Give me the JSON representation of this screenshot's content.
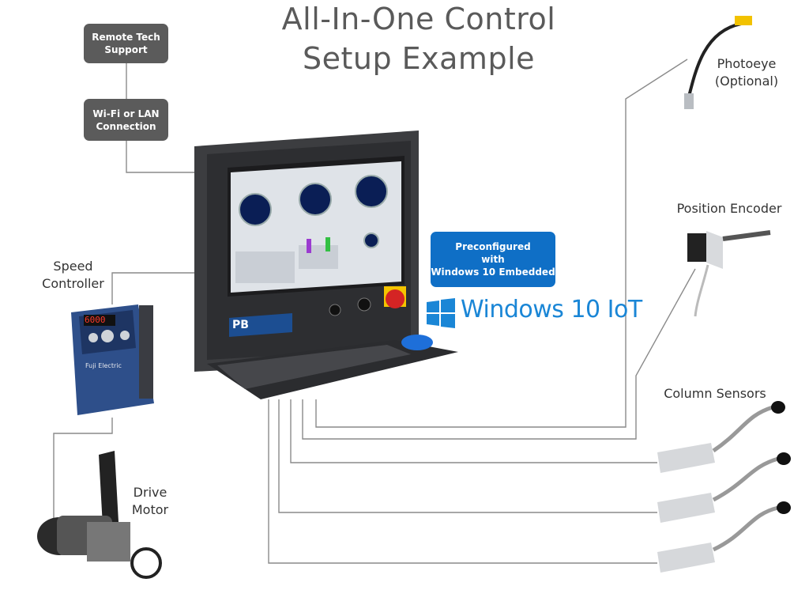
{
  "diagram": {
    "title_line1": "All-In-One Control",
    "title_line2": "Setup Example",
    "remote_support": {
      "line1": "Remote Tech",
      "line2": "Support"
    },
    "connection": {
      "line1": "Wi-Fi or LAN",
      "line2": "Connection"
    },
    "preconfigured": {
      "line1": "Preconfigured",
      "line2": "with",
      "line3": "Windows 10 Embedded"
    },
    "windows_logo_text": "Windows 10 IoT",
    "speed_controller": {
      "line1": "Speed",
      "line2": "Controller"
    },
    "drive_motor": {
      "line1": "Drive",
      "line2": "Motor"
    },
    "photoeye": {
      "line1": "Photoeye",
      "line2": "(Optional)"
    },
    "position_encoder": "Position Encoder",
    "column_sensors": "Column Sensors",
    "vfd_display": "6000",
    "vfd_brand": "Fuji Electric",
    "panel_brand": "PB",
    "colors": {
      "title_gray": "#5a5a5a",
      "box_gray": "#5b5b5b",
      "accent_blue": "#0f6fc6",
      "windows_blue": "#1a86d6",
      "cable_gray": "#8a8a8a"
    }
  }
}
